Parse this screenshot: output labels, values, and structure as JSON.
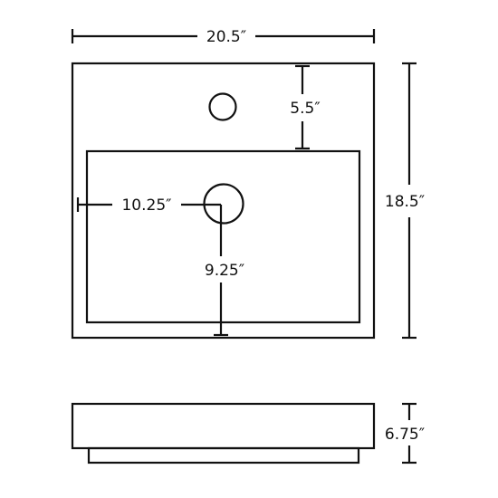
{
  "diagram": {
    "colors": {
      "line": "#111111",
      "background": "#ffffff"
    },
    "labels": {
      "width": "20.5″",
      "depth": "18.5″",
      "faucet_hole_offset": "5.5″",
      "drain_from_left": "10.25″",
      "drain_from_bottom": "9.25″",
      "height": "6.75″"
    }
  }
}
